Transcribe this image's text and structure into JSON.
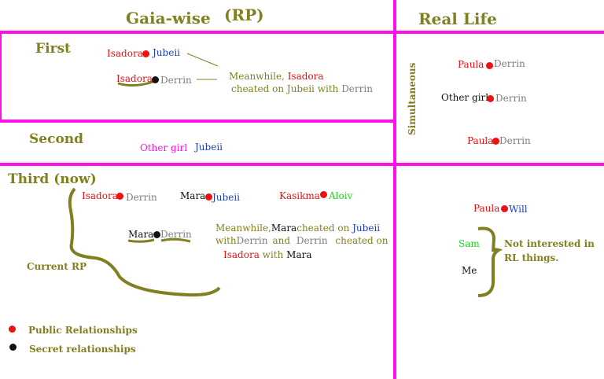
{
  "headers": {
    "left": "Gaia-wise",
    "rp": "(RP)",
    "right": "Real Life"
  },
  "sections": {
    "first": "First",
    "second": "Second",
    "third": "Third (now)"
  },
  "first": {
    "row1": [
      "Isadora",
      "Jubeii"
    ],
    "row2": [
      "Isadora",
      "Derrin"
    ],
    "note_line1": [
      "Meanwhile, ",
      "Isadora"
    ],
    "note_line2": [
      "cheated on Jubeii with ",
      "Derrin"
    ]
  },
  "second": {
    "a": "Other girl",
    "b": "Jubeii"
  },
  "third": {
    "p1": [
      "Isadora",
      "Derrin"
    ],
    "p2": [
      "Mara",
      "Jubeii"
    ],
    "p3": [
      "Kasikma",
      "Aloiv"
    ],
    "p4": [
      "Mara",
      "Derrin"
    ],
    "note": {
      "l1": [
        "Meanwhile,",
        "Mara",
        "cheated on ",
        "Jubeii"
      ],
      "l2": [
        "with",
        "Derrin",
        "and ",
        "Derrin",
        " cheated on"
      ],
      "l3": [
        "Isadora",
        " with ",
        "Mara"
      ]
    },
    "current_rp": "Current RP"
  },
  "legend": {
    "public": "Public Relationships",
    "secret": "Secret relationships"
  },
  "real_life": {
    "simultaneous": "Simultaneous",
    "r1": [
      "Paula",
      "Derrin"
    ],
    "r2": [
      "Other girl",
      "Derrin"
    ],
    "r3": [
      "Paula",
      "Derrin"
    ],
    "r4": [
      "Paula",
      "Will"
    ],
    "sam": "Sam",
    "me": "Me",
    "not_interested_1": "Not interested in",
    "not_interested_2": "RL things."
  },
  "colors": {
    "divider": "#ff10e8",
    "heading": "#808020",
    "public_dot": "#ee1111",
    "secret_dot": "#111111"
  }
}
